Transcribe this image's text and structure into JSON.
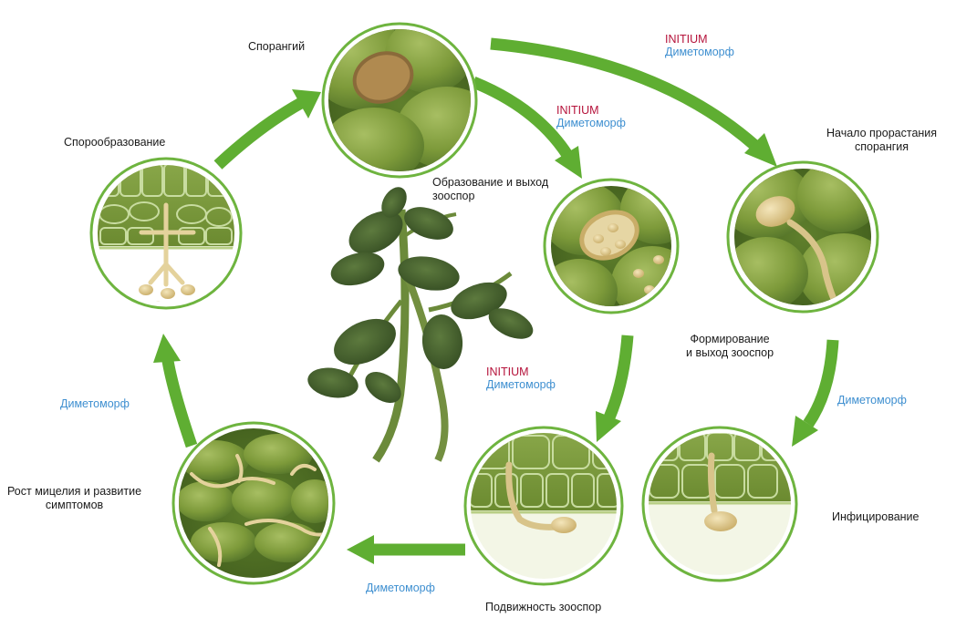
{
  "colors": {
    "arrow": "#5fae32",
    "ring": "#6eb43f",
    "cell_fill": "#79953a",
    "cell_dark": "#4e6e24",
    "spore": "#d8c48a",
    "initium": "#b5123a",
    "dimetomorph": "#3e8fd0"
  },
  "stages": {
    "sporangium": "Спорангий",
    "zoospore_release": {
      "line1": "Образование и выход",
      "line2": "зооспор"
    },
    "germination": {
      "line1": "Начало прорастания",
      "line2": "спорангия"
    },
    "formation": {
      "line1": "Формирование",
      "line2": "и выход зооспор"
    },
    "infection": "Инфицирование",
    "motility": "Подвижность зооспор",
    "mycelium": {
      "line1": "Рост мицелия и развитие",
      "line2": "симптомов"
    },
    "sporulation": "Спорообразование"
  },
  "treatments": {
    "top": {
      "initium": "INITIUM",
      "dimetomorph": "Диметоморф"
    },
    "inner": {
      "initium": "INITIUM",
      "dimetomorph": "Диметоморф"
    },
    "center": {
      "initium": "INITIUM",
      "dimetomorph": "Диметоморф"
    },
    "right": "Диметоморф",
    "bottom": "Диметоморф",
    "left": "Диметоморф"
  }
}
